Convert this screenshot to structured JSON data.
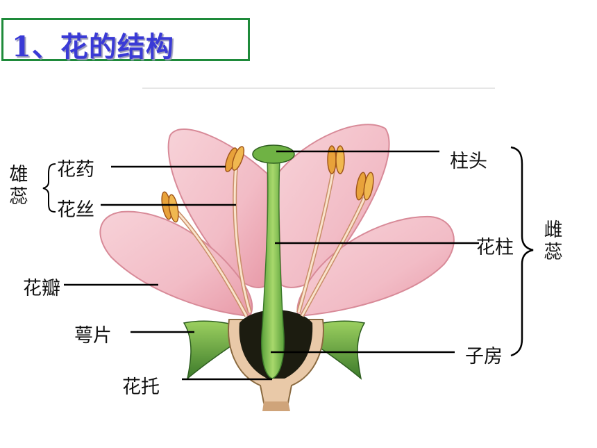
{
  "title": "1、花的结构",
  "labels": {
    "anther": "花药",
    "filament": "花丝",
    "petal": "花瓣",
    "sepal": "萼片",
    "receptacle": "花托",
    "stigma": "柱头",
    "style": "花柱",
    "ovary": "子房"
  },
  "groups": {
    "stamen_left": [
      "雄",
      "蕊"
    ],
    "pistil_right": [
      "雌",
      "蕊"
    ]
  },
  "colors": {
    "title_text": "#3a3ad6",
    "title_border": "#1e8a3a",
    "petal": "#f2b8c2",
    "petal_edge": "#d98493",
    "sepal": "#7ab84a",
    "pistil": "#7cc04e",
    "anther": "#e8a23a",
    "ovary_dark": "#1c1c10"
  }
}
